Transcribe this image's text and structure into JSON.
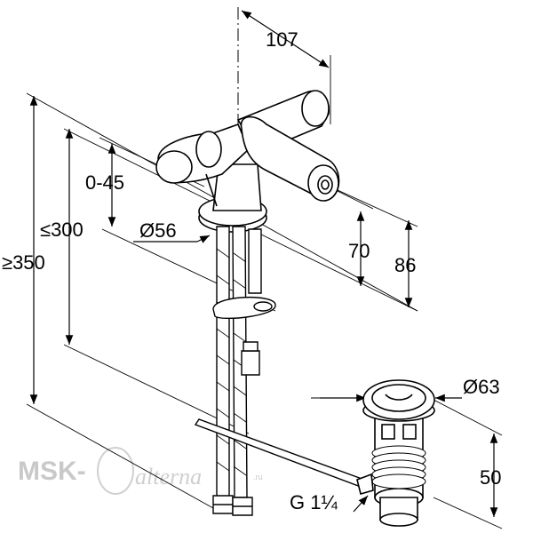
{
  "dimensions": {
    "width_top": "107",
    "adjust_range": "0-45",
    "max_height": "≤300",
    "min_height": "≥350",
    "base_diameter": "Ø56",
    "spout_height": "70",
    "total_height": "86",
    "waste_diameter": "Ø63",
    "waste_height": "50",
    "thread": "G 1¼"
  },
  "watermark": {
    "brand": "MSK-",
    "script": "alterna",
    "domain": ".ru"
  },
  "colors": {
    "ink": "#000000",
    "watermark": "#c9c9c9"
  }
}
